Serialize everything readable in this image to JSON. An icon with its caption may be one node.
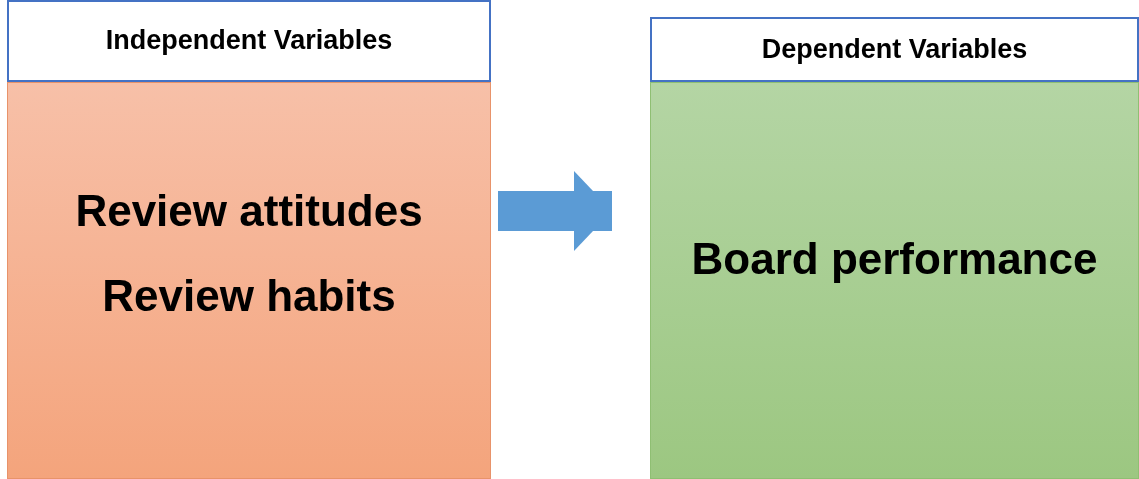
{
  "diagram": {
    "nodes": [
      {
        "text": [
          "Independent Variables"
        ]
      },
      {
        "text": [
          "Review attitudes",
          "Review habits"
        ]
      },
      {
        "text": [
          "Dependent Variables"
        ]
      },
      {
        "text": [
          "Board performance"
        ]
      }
    ],
    "edges": [
      {
        "from": 1,
        "to": 3,
        "arrow": "to"
      }
    ]
  }
}
